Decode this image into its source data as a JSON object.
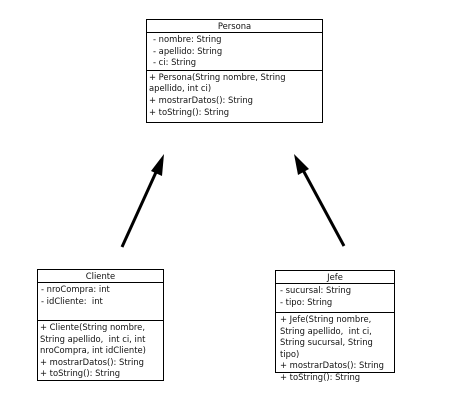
{
  "classes": {
    "persona": {
      "name": "Persona",
      "attributes": [
        "- nombre: String",
        "- apellido: String",
        "- ci: String"
      ],
      "operations": [
        "+ Persona(String nombre, String apellido, int ci)",
        "+ mostrarDatos(): String",
        "+ toString(): String"
      ]
    },
    "cliente": {
      "name": "Cliente",
      "attributes": [
        "- nroCompra: int",
        "- idCliente:  int"
      ],
      "operations": [
        "+ Cliente(String nombre, String apellido,  int ci, int nroCompra, int idCliente)",
        "+ mostrarDatos(): String",
        "+ toString(): String"
      ]
    },
    "jefe": {
      "name": "Jefe",
      "attributes": [
        "- sucursal: String",
        "- tipo: String"
      ],
      "operations": [
        "+ Jefe(String nombre, String apellido,  int ci, String sucursal, String tipo)",
        "+ mostrarDatos(): String",
        "+ toString(): String"
      ]
    }
  },
  "relationships": [
    {
      "from": "Cliente",
      "to": "Persona",
      "type": "inheritance"
    },
    {
      "from": "Jefe",
      "to": "Persona",
      "type": "inheritance"
    }
  ]
}
